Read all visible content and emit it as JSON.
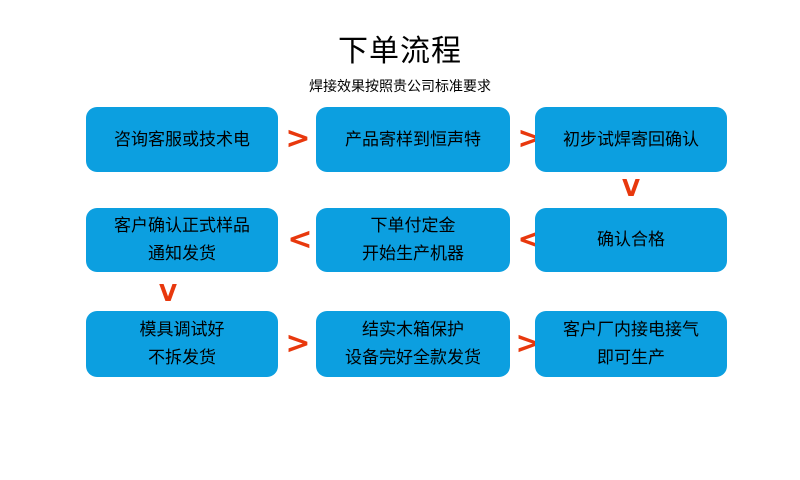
{
  "heading": {
    "title": "下单流程",
    "subtitle": "焊接效果按照贵公司标准要求"
  },
  "colors": {
    "box_fill": "#0c9fe0",
    "box_text": "#000000",
    "arrow": "#e8380d",
    "background": "#ffffff"
  },
  "flow": {
    "rows": [
      {
        "id": "row-1",
        "direction": "left-to-right",
        "boxes": [
          {
            "id": "step-1",
            "lines": [
              "咨询客服或技术电"
            ]
          },
          {
            "id": "step-2",
            "lines": [
              "产品寄样到恒声特"
            ]
          },
          {
            "id": "step-3",
            "lines": [
              "初步试焊寄回确认"
            ]
          }
        ]
      },
      {
        "id": "row-2",
        "direction": "right-to-left",
        "boxes": [
          {
            "id": "step-6",
            "lines": [
              "客户确认正式样品",
              "通知发货"
            ]
          },
          {
            "id": "step-5",
            "lines": [
              "下单付定金",
              "开始生产机器"
            ]
          },
          {
            "id": "step-4",
            "lines": [
              "确认合格"
            ]
          }
        ]
      },
      {
        "id": "row-3",
        "direction": "left-to-right",
        "boxes": [
          {
            "id": "step-7",
            "lines": [
              "模具调试好",
              "不拆发货"
            ]
          },
          {
            "id": "step-8",
            "lines": [
              "结实木箱保护",
              "设备完好全款发货"
            ]
          },
          {
            "id": "step-9",
            "lines": [
              "客户厂内接电接气",
              "即可生产"
            ]
          }
        ]
      }
    ],
    "connectors": {
      "right_chevron": ">",
      "left_chevron": "<",
      "down_chevron": "V"
    }
  }
}
